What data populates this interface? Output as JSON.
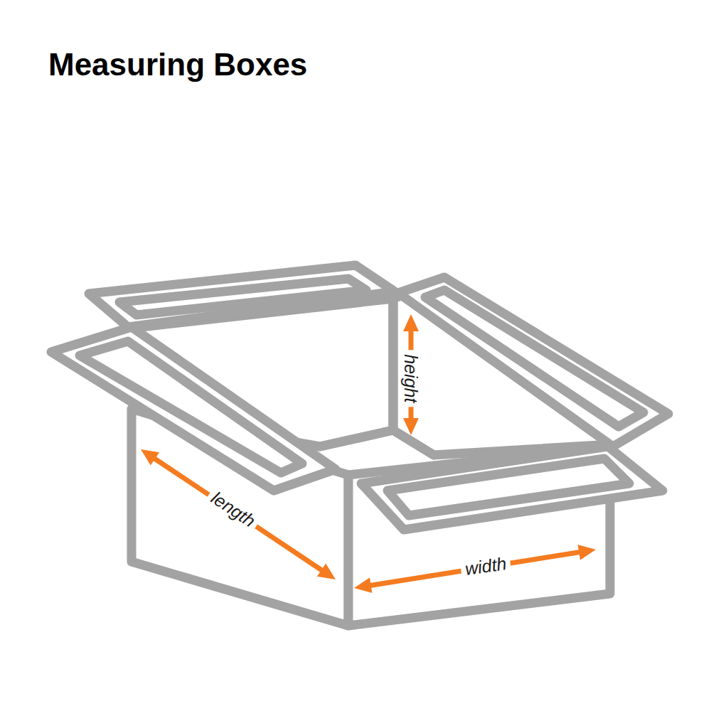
{
  "diagram": {
    "title": "Measuring Boxes",
    "labels": [
      "height",
      "length",
      "width"
    ]
  }
}
